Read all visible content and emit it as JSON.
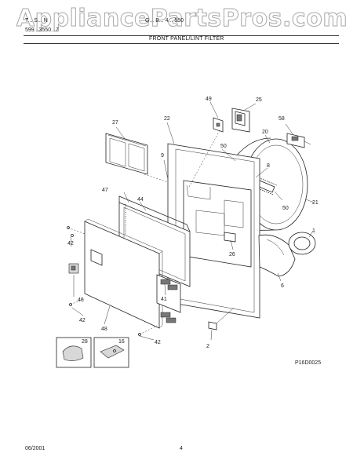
{
  "header": {
    "left_line1": "T... S... N",
    "left_line2": "599...3550...7",
    "model_code": "G... B... 4... 550",
    "section_title": "FRONT PANEL/LINT FILTER"
  },
  "watermark": "AppliancePartsPros.com",
  "figure_id": "P16D0025",
  "footer": {
    "date": "06/2001",
    "page": "4"
  },
  "callouts": {
    "c1": "1",
    "c2": "2",
    "c6": "6",
    "c8": "8",
    "c9": "9",
    "c16": "16",
    "c20": "20",
    "c21": "21",
    "c22": "22",
    "c25": "25",
    "c26": "26",
    "c27": "27",
    "c28": "28",
    "c41": "41",
    "c42a": "42",
    "c42b": "42",
    "c42c": "42",
    "c44": "44",
    "c46": "46",
    "c47": "47",
    "c48": "48",
    "c49": "49",
    "c50a": "50",
    "c50b": "50",
    "c58": "58"
  }
}
